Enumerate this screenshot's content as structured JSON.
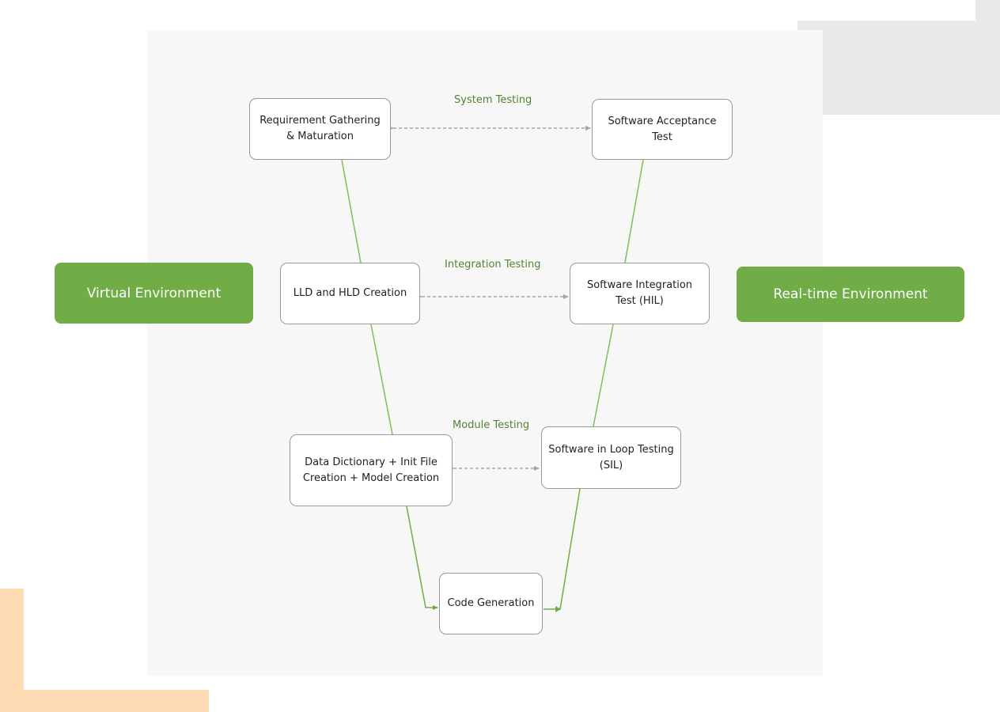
{
  "environments": {
    "virtual": "Virtual Environment",
    "realtime": "Real-time Environment"
  },
  "testing_labels": {
    "system": "System Testing",
    "integration": "Integration Testing",
    "module": "Module Testing"
  },
  "left_stages": {
    "requirement": "Requirement Gathering & Maturation",
    "design": "LLD and HLD Creation",
    "model": "Data Dictionary + Init File Creation + Model Creation"
  },
  "bottom_stage": {
    "code": "Code Generation"
  },
  "right_stages": {
    "acceptance": "Software Acceptance Test",
    "integration": "Software Integration Test (HIL)",
    "sil": "Software in Loop Testing (SIL)"
  },
  "colors": {
    "accent_green": "#70ad47",
    "label_green": "#548235",
    "connector_green": "#7dc05a",
    "dashed_grey": "#a6a6a6",
    "decor_peach": "#ffdcb3",
    "decor_grey": "#e9e9e9"
  }
}
